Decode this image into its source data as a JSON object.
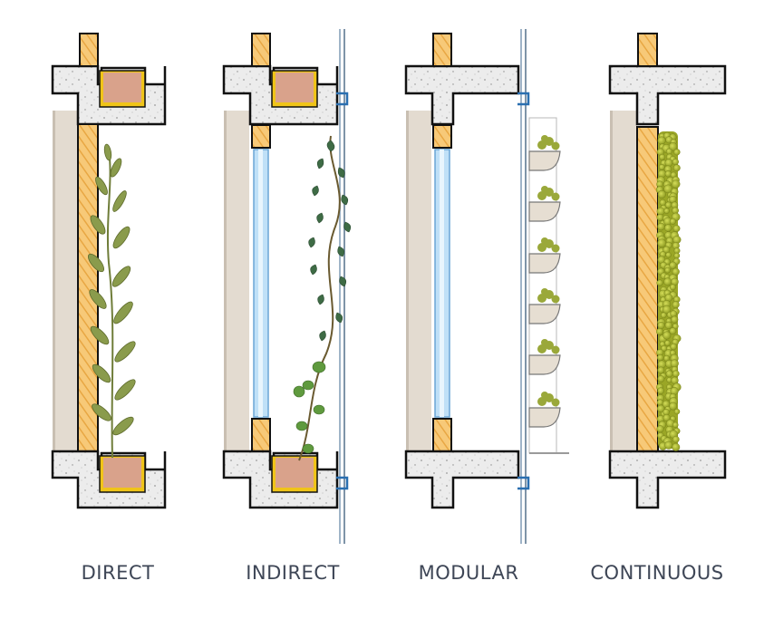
{
  "labels": {
    "direct": "DIRECT",
    "indirect": "INDIRECT",
    "modular": "MODULAR",
    "continuous": "CONTINUOUS"
  },
  "colors": {
    "concrete": "#ececec",
    "outline": "#111111",
    "wood": "#f7c978",
    "wood_stripe": "#e8a743",
    "interior_wall": "#e3dbd0",
    "soil": "#d9a28b",
    "membrane": "#f0c419",
    "glass": "#bfe0f7",
    "leaf": "#8a9b4c",
    "ivy": "#3e6b45",
    "moss": "#b5c23a",
    "planter": "#e6ded2",
    "cable": "#9fb4c8"
  }
}
